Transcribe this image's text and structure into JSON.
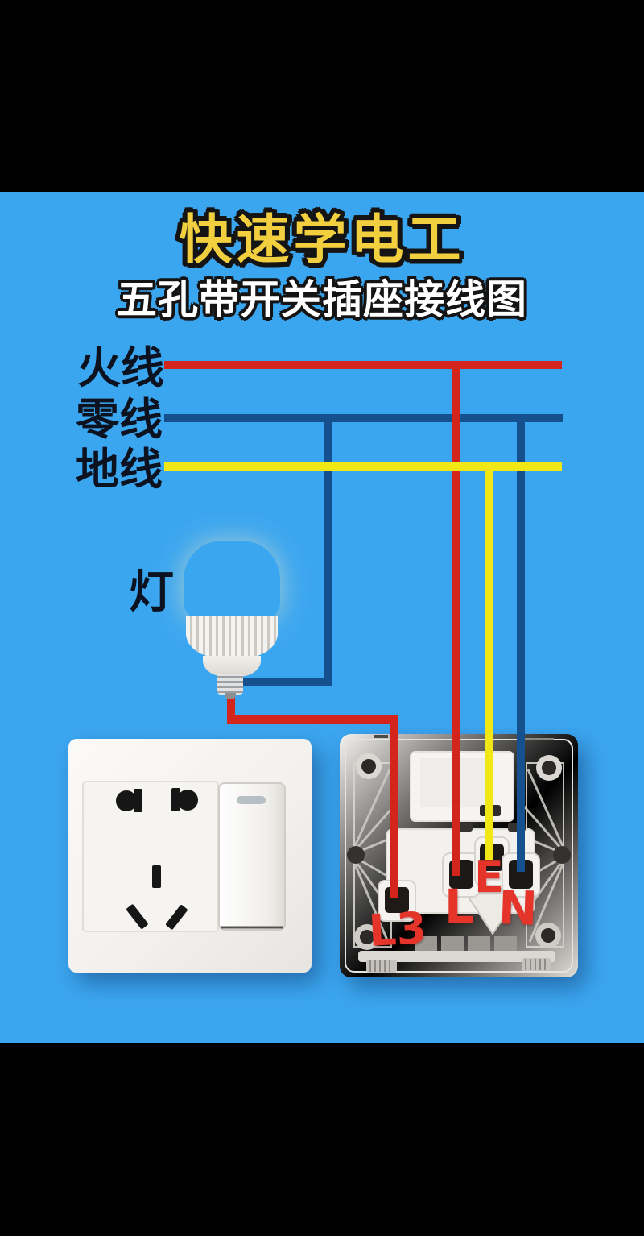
{
  "title": "快速学电工",
  "subtitle": "五孔带开关插座接线图",
  "legend": {
    "live": "火线",
    "neutral": "零线",
    "ground": "地线"
  },
  "lamp": {
    "label": "灯"
  },
  "terminals": {
    "l3": "L3",
    "live": "L",
    "earth": "E",
    "neutral": "N"
  },
  "colors": {
    "background": "#3ba6f0",
    "letterbox": "#000000",
    "live_wire": "#d3251b",
    "neutral_wire": "#15508f",
    "ground_wire": "#f0e714",
    "title": "#f2cf3f",
    "subtitle": "#ffffff",
    "terminal_label": "#e5352b",
    "label_text": "#0c1220"
  }
}
